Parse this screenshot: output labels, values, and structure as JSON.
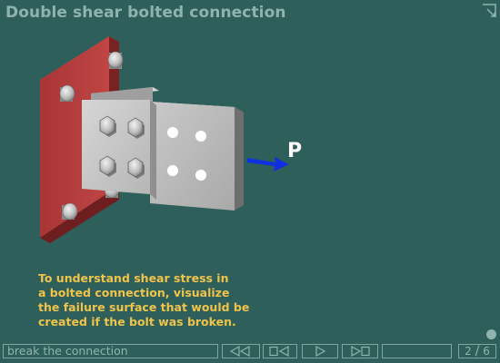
{
  "header": {
    "title": "Double shear bolted connection"
  },
  "figure": {
    "force_label": "P"
  },
  "caption": {
    "lines": [
      "To understand shear stress in",
      "a bolted connection, visualize",
      "the failure surface that would be",
      "created if the bolt was broken."
    ]
  },
  "footer": {
    "status_text": "break the connection",
    "page_current": "2",
    "page_separator": "/",
    "page_total": "6"
  },
  "icons": {
    "corner": "expand-corner-icon",
    "rewind": "rewind-icon",
    "first": "first-frame-icon",
    "play": "play-icon",
    "last": "last-frame-icon"
  },
  "colors": {
    "background": "#2e5f5b",
    "title": "#8fb3ad",
    "caption": "#f0c44a",
    "plate_red": "#b23a3a",
    "force_arrow": "#1030e0"
  }
}
